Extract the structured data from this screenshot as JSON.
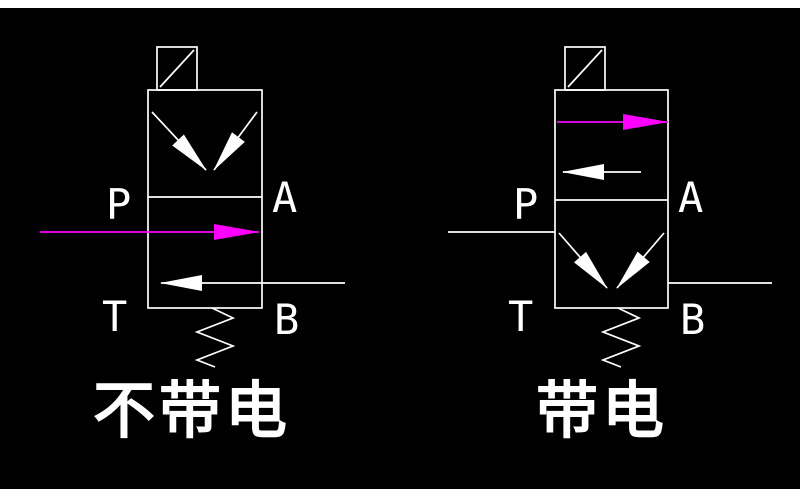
{
  "colors": {
    "background": "#000000",
    "line": "#ffffff",
    "flow": "#ff00ff"
  },
  "left_valve": {
    "caption": "不带电",
    "port_p": "P",
    "port_a": "A",
    "port_t": "T",
    "port_b": "B"
  },
  "right_valve": {
    "caption": "带电",
    "port_p": "P",
    "port_a": "A",
    "port_t": "T",
    "port_b": "B"
  }
}
